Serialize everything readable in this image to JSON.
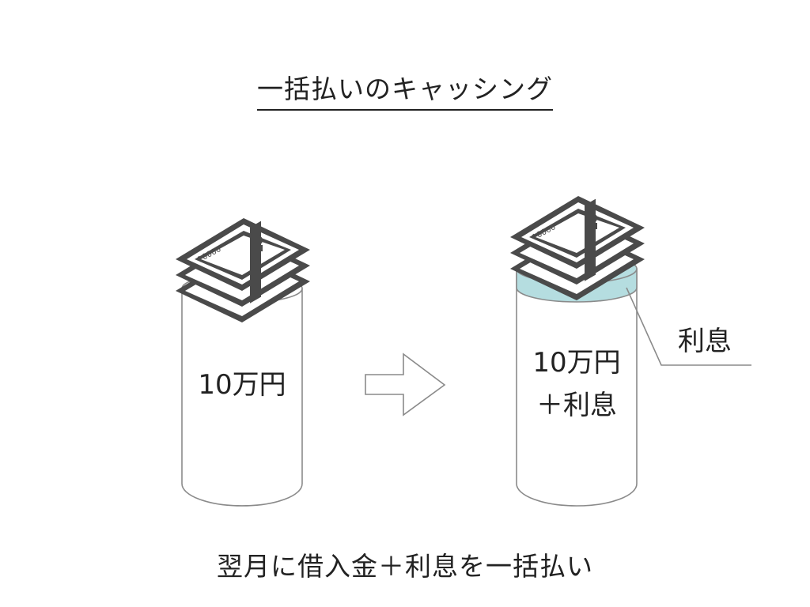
{
  "title": "一括払いのキャッシング",
  "left_jar": {
    "label": "10万円",
    "banknote_text": "10000"
  },
  "right_jar": {
    "label_line1": "10万円",
    "label_line2": "＋利息",
    "banknote_text": "10000"
  },
  "interest_callout": "利息",
  "caption": "翌月に借入金＋利息を一括払い",
  "colors": {
    "interest_fill": "#b5dde0",
    "banknote": "#4a4a4a",
    "jar_stroke": "#8a8a8a"
  }
}
